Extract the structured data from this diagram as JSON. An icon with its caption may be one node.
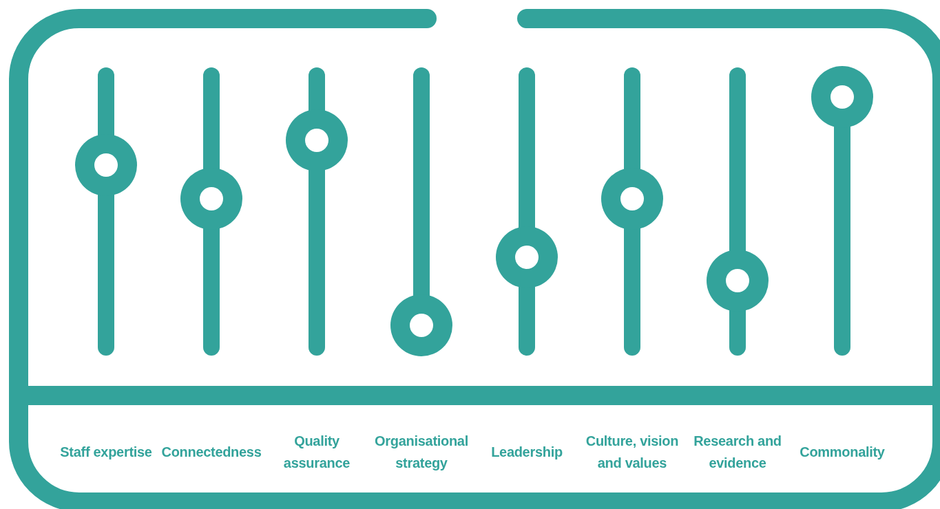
{
  "diagram": {
    "labels": [
      "Staff expertise",
      "Connectedness",
      "Quality assurance",
      "Organisational strategy",
      "Leadership",
      "Culture, vision and values",
      "Research and evidence",
      "Commonality"
    ]
  }
}
